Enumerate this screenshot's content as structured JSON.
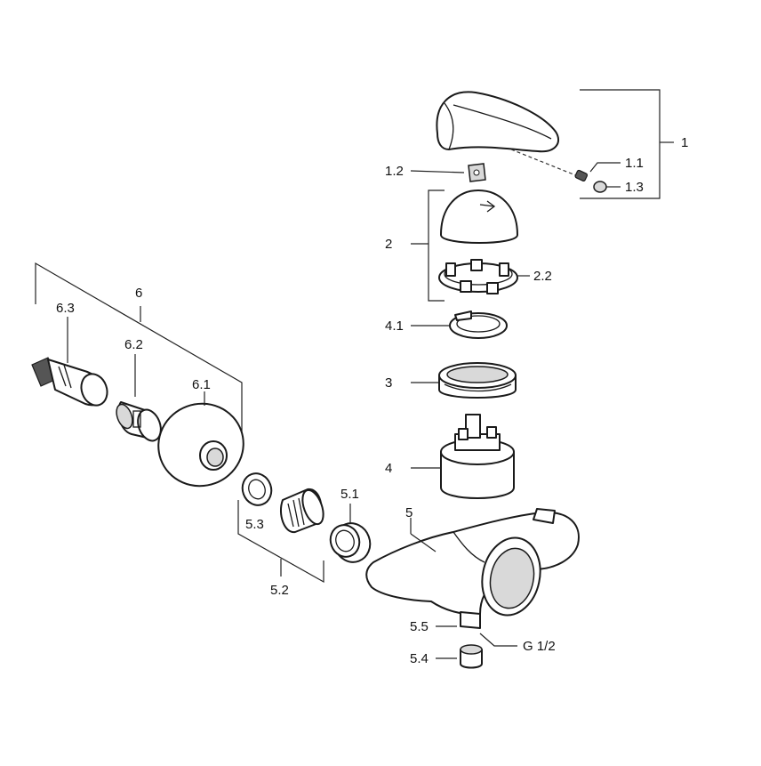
{
  "labels": {
    "p1": "1",
    "p1_1": "1.1",
    "p1_2": "1.2",
    "p1_3": "1.3",
    "p2": "2",
    "p2_2": "2.2",
    "p3": "3",
    "p4": "4",
    "p4_1": "4.1",
    "p5": "5",
    "p5_1": "5.1",
    "p5_2": "5.2",
    "p5_3": "5.3",
    "p5_4": "5.4",
    "p5_5": "5.5",
    "p6": "6",
    "p6_1": "6.1",
    "p6_2": "6.2",
    "p6_3": "6.3",
    "thread": "G 1/2"
  }
}
